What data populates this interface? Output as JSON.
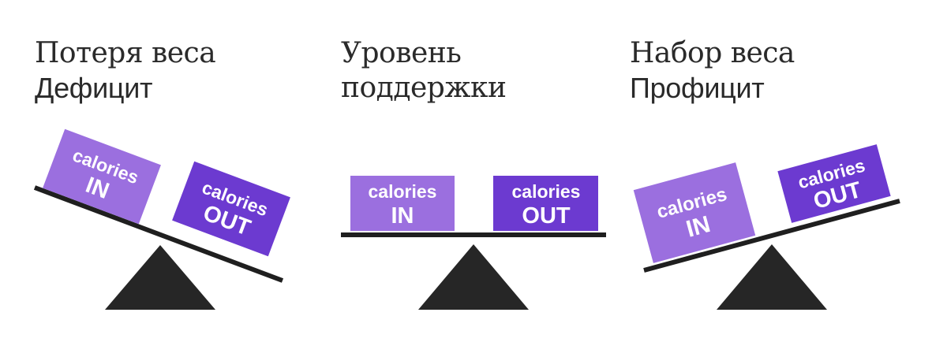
{
  "panels": [
    {
      "title_line1": "Потеря веса",
      "title_line2": "Дефицит",
      "box_in": {
        "line1": "calories",
        "line2": "IN"
      },
      "box_out": {
        "line1": "calories",
        "line2": "OUT"
      }
    },
    {
      "title_line1": "Уровень",
      "title_line2": "поддержки",
      "box_in": {
        "line1": "calories",
        "line2": "IN"
      },
      "box_out": {
        "line1": "calories",
        "line2": "OUT"
      }
    },
    {
      "title_line1": "Набор веса",
      "title_line2": "Профицит",
      "box_in": {
        "line1": "calories",
        "line2": "IN"
      },
      "box_out": {
        "line1": "calories",
        "line2": "OUT"
      }
    }
  ],
  "colors": {
    "box_in": "#9b6fdf",
    "box_out": "#6c3ad0",
    "beam": "#1f1f1f",
    "fulcrum": "#262626",
    "title_text": "#2a2a2a"
  }
}
